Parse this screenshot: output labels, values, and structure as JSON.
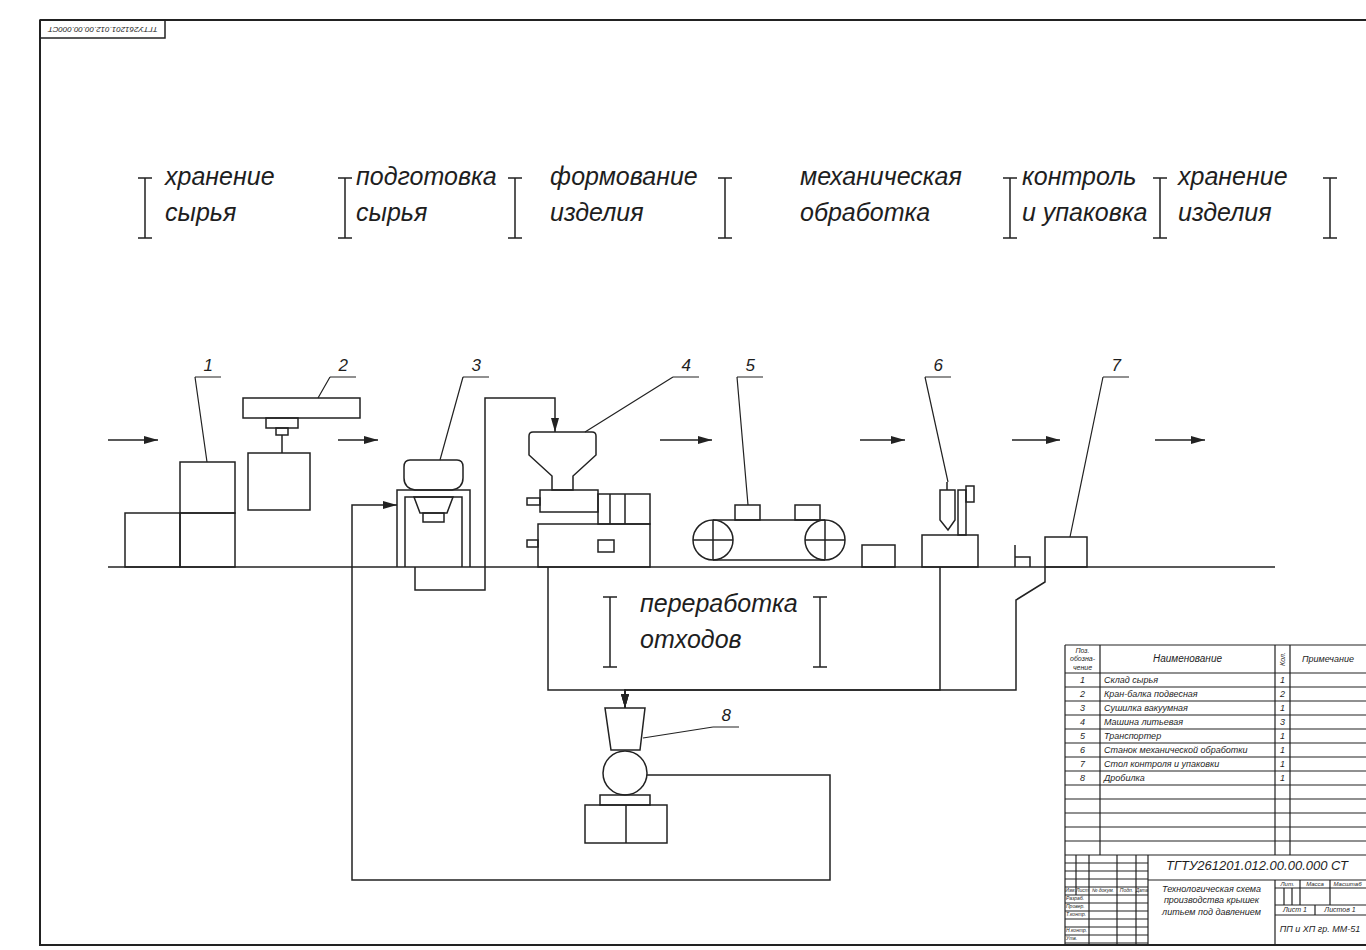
{
  "diagram": {
    "nodes": [
      {
        "text": [
          "1"
        ]
      },
      {
        "text": [
          "2"
        ]
      },
      {
        "text": [
          "3"
        ]
      },
      {
        "text": [
          "4"
        ]
      },
      {
        "text": [
          "5"
        ]
      },
      {
        "text": [
          "6"
        ]
      },
      {
        "text": [
          "7"
        ]
      },
      {
        "text": [
          "8"
        ]
      }
    ],
    "edges": [
      {
        "from": 2,
        "to": 3,
        "arrow": "to"
      },
      {
        "from": 3,
        "to": 7,
        "arrow": "to"
      },
      {
        "from": 5,
        "to": 7,
        "arrow": "to"
      },
      {
        "from": 6,
        "to": 7,
        "arrow": "to"
      },
      {
        "from": 7,
        "to": 2,
        "arrow": "to"
      }
    ],
    "labels": [
      "ТГТУ261201.012.00.00.000СТ",
      "хранение сырья",
      "подготовка сырья",
      "формование изделия",
      "механическая обработка",
      "контроль и упаковка",
      "хранение изделия",
      "переработка отходов",
      "Поз. обозна- чение",
      "Наименование",
      "Кол.",
      "Примечание",
      "1",
      "Склад сырья",
      "1",
      "2",
      "Кран-балка подвесная",
      "2",
      "3",
      "Сушилка вакуумная",
      "1",
      "4",
      "Машина литьевая",
      "3",
      "5",
      "Транспортер",
      "1",
      "6",
      "Станок механической обработки",
      "1",
      "7",
      "Стол контроля и упаковки",
      "1",
      "8",
      "Дробилка",
      "1",
      "ТГТУ261201.012.00.00.000 СТ",
      "Технологическая схема производства крышек литьем под давлением",
      "Лит.",
      "Масса",
      "Масштаб",
      "Лист 1",
      "Листов 1",
      "ПП и ХП гр. ММ-51",
      "Изм.",
      "Лист",
      "№ докум.",
      "Подп.",
      "Дата",
      "Разраб.",
      "Провер.",
      "Т.контр.",
      "Н.контр.",
      "Утв."
    ]
  }
}
